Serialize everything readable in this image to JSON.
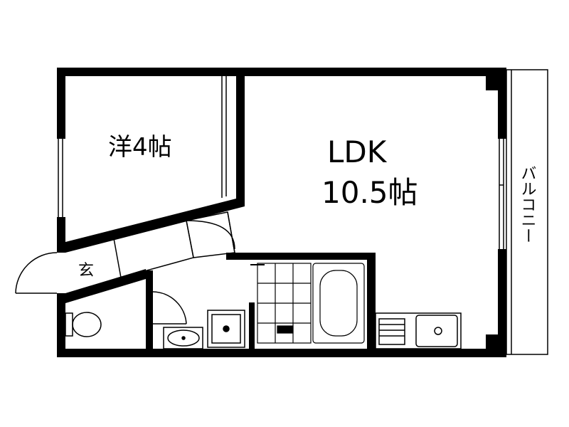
{
  "floor_plan": {
    "rooms": {
      "western_room": {
        "label": "洋4帖"
      },
      "ldk": {
        "label_line1": "LDK",
        "label_line2": "10.5帖"
      },
      "entrance": {
        "label": "玄"
      },
      "balcony": {
        "label": "バルコニー"
      }
    }
  }
}
